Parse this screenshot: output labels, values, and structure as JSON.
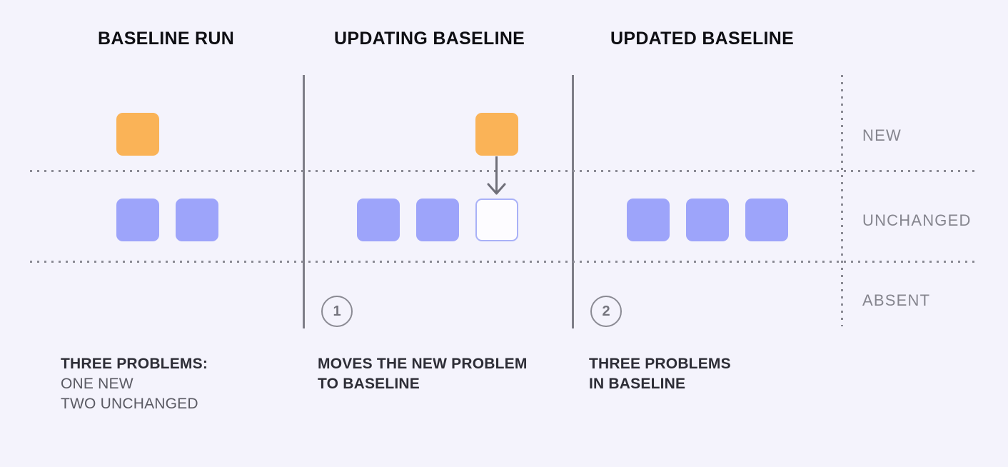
{
  "colors": {
    "background": "#F4F3FC",
    "new_square": "#FAB357",
    "unchanged_square": "#9DA4FA",
    "ghost_border": "#A9B1F7",
    "ghost_fill": "#FDFCFF",
    "line": "#7E7E88",
    "dotted_line": "#8A8A94",
    "arrow": "#6F6F79",
    "header_text": "#0E0E13",
    "row_label_text": "#85858E",
    "caption_bold_text": "#2D2D36",
    "caption_regular_text": "#5A5A63",
    "step_circle": "#8A8A93"
  },
  "columns": [
    {
      "title": "BASELINE RUN",
      "caption": {
        "heading": "THREE PROBLEMS:",
        "lines": [
          "ONE NEW",
          "TWO UNCHANGED"
        ]
      }
    },
    {
      "title": "UPDATING BASELINE",
      "step_number": "1",
      "caption": {
        "lines": [
          "MOVES THE NEW PROBLEM",
          "TO BASELINE"
        ]
      }
    },
    {
      "title": "UPDATED BASELINE",
      "step_number": "2",
      "caption": {
        "lines": [
          "THREE PROBLEMS",
          "IN BASELINE"
        ]
      }
    }
  ],
  "row_labels": [
    "NEW",
    "UNCHANGED",
    "ABSENT"
  ],
  "squares": [
    {
      "col": 0,
      "row": "new",
      "slot": 0,
      "kind": "new"
    },
    {
      "col": 0,
      "row": "unchanged",
      "slot": 0,
      "kind": "unchanged"
    },
    {
      "col": 0,
      "row": "unchanged",
      "slot": 1,
      "kind": "unchanged"
    },
    {
      "col": 1,
      "row": "new",
      "slot": 2,
      "kind": "new"
    },
    {
      "col": 1,
      "row": "unchanged",
      "slot": 0,
      "kind": "unchanged"
    },
    {
      "col": 1,
      "row": "unchanged",
      "slot": 1,
      "kind": "unchanged"
    },
    {
      "col": 1,
      "row": "unchanged",
      "slot": 2,
      "kind": "ghost"
    },
    {
      "col": 2,
      "row": "unchanged",
      "slot": 0,
      "kind": "unchanged"
    },
    {
      "col": 2,
      "row": "unchanged",
      "slot": 1,
      "kind": "unchanged"
    },
    {
      "col": 2,
      "row": "unchanged",
      "slot": 2,
      "kind": "unchanged"
    }
  ]
}
